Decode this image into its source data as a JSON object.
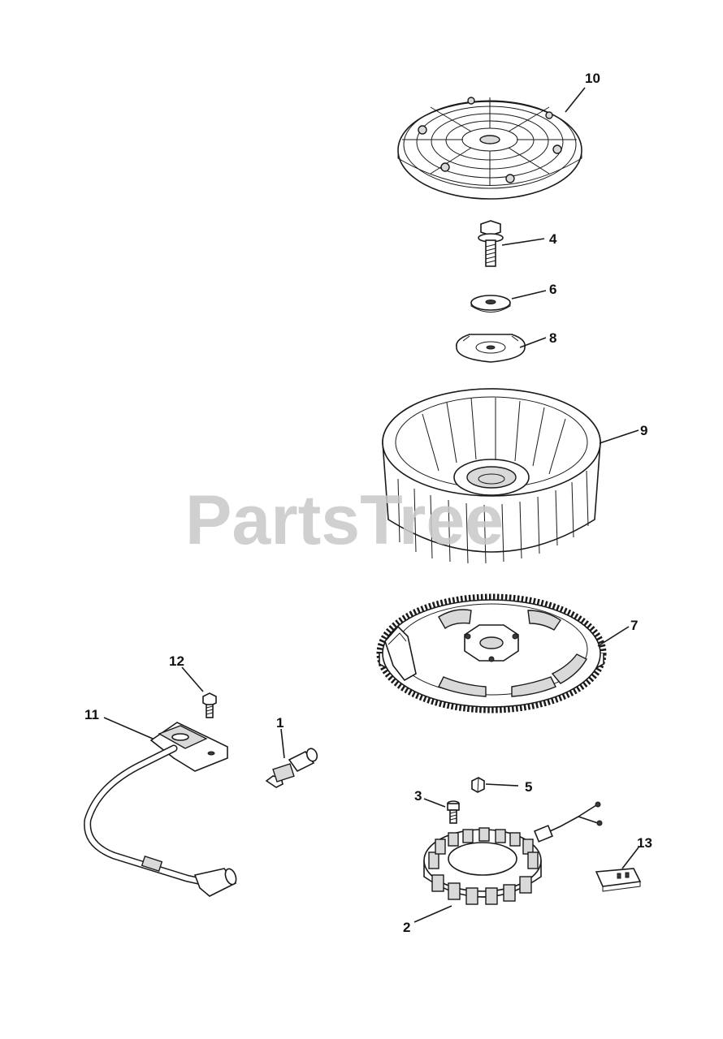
{
  "watermark": "PartsTree",
  "callouts": {
    "c1": "1",
    "c2": "2",
    "c3": "3",
    "c4": "4",
    "c5": "5",
    "c6": "6",
    "c7": "7",
    "c8": "8",
    "c9": "9",
    "c10": "10",
    "c11": "11",
    "c12": "12",
    "c13": "13"
  },
  "parts": {
    "p1": "spark-plug",
    "p2": "stator",
    "p3": "screw",
    "p4": "bolt",
    "p5": "key",
    "p6": "washer",
    "p7": "flywheel-ring-gear",
    "p8": "retainer-plate",
    "p9": "fan",
    "p10": "debris-screen",
    "p11": "ignition-module",
    "p12": "module-screw",
    "p13": "terminal-connector"
  }
}
